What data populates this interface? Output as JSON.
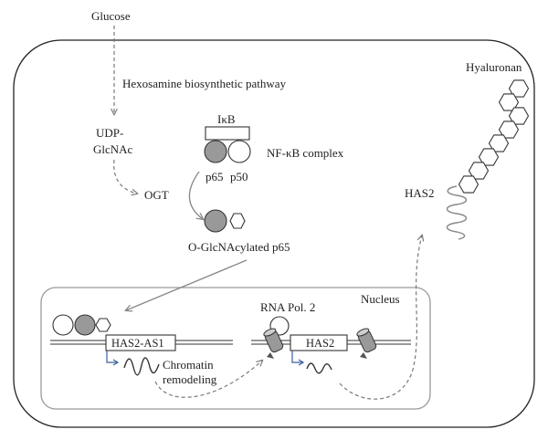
{
  "labels": {
    "glucose": "Glucose",
    "hexosamine": "Hexosamine biosynthetic pathway",
    "udp_line1": "UDP-",
    "udp_line2": "GlcNAc",
    "ogt": "OGT",
    "ikb": "IκB",
    "p65": "p65",
    "p50": "p50",
    "nfkb_complex": "NF-κB complex",
    "oglcnac_p65": "O-GlcNAcylated p65",
    "nucleus": "Nucleus",
    "has2_as1": "HAS2-AS1",
    "chromatin_line1": "Chromatin",
    "chromatin_line2": "remodeling",
    "rna_pol": "RNA Pol. 2",
    "has2_gene": "HAS2",
    "has2_membrane": "HAS2",
    "hyaluronan": "Hyaluronan"
  },
  "colors": {
    "line": "#333333",
    "cell_border": "#222222",
    "nucleus_border": "#9a9a9a",
    "dashed_arrow": "#7a7a7a",
    "solid_arrow": "#888888",
    "gray_fill": "#999999",
    "transcription_arrow": "#3a5f9f"
  }
}
